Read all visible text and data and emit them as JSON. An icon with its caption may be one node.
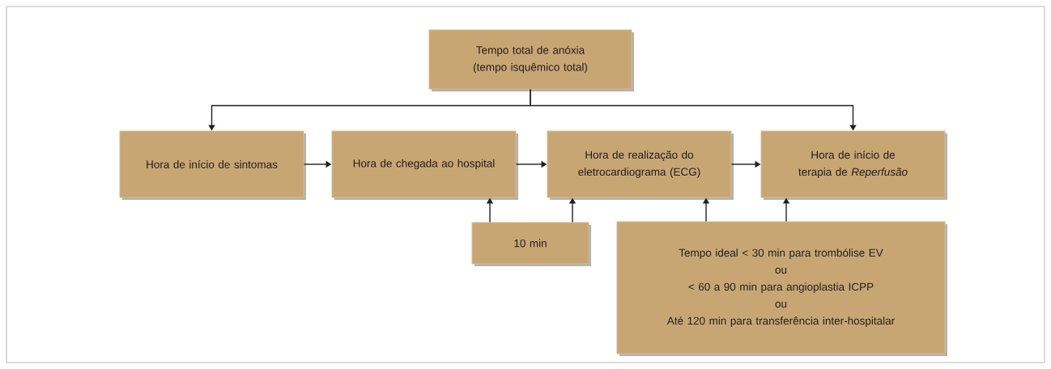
{
  "diagram": {
    "nodes": [
      {
        "text": [
          "Tempo total de anóxia (tempo isquêmico total)"
        ]
      },
      {
        "text": [
          "Hora de início de sintomas"
        ]
      },
      {
        "text": [
          "Hora de chegada ao hospital"
        ]
      },
      {
        "text": [
          "Hora de realização do eletrocardiograma (ECG)"
        ]
      },
      {
        "text": [
          "Hora de início de terapia de *Reperfusão*"
        ]
      },
      {
        "text": [
          "10 min"
        ]
      },
      {
        "text": [
          "Tempo ideal < 30 min para trombólise EV",
          "ou",
          "< 60 a 90 min para angioplastia ICPP",
          "ou",
          "Até 120 min para transferência inter-hospitalar"
        ]
      }
    ],
    "edges": [
      {
        "from": 0,
        "to": 1,
        "arrow": "to"
      },
      {
        "from": 0,
        "to": 4,
        "arrow": "to"
      },
      {
        "from": 1,
        "to": 2,
        "arrow": "to"
      },
      {
        "from": 2,
        "to": 3,
        "arrow": "to"
      },
      {
        "from": 3,
        "to": 4,
        "arrow": "to"
      },
      {
        "from": 5,
        "to": 2,
        "arrow": "to"
      },
      {
        "from": 5,
        "to": 3,
        "arrow": "to"
      },
      {
        "from": 6,
        "to": 3,
        "arrow": "to"
      },
      {
        "from": 6,
        "to": 4,
        "arrow": "to"
      }
    ]
  }
}
